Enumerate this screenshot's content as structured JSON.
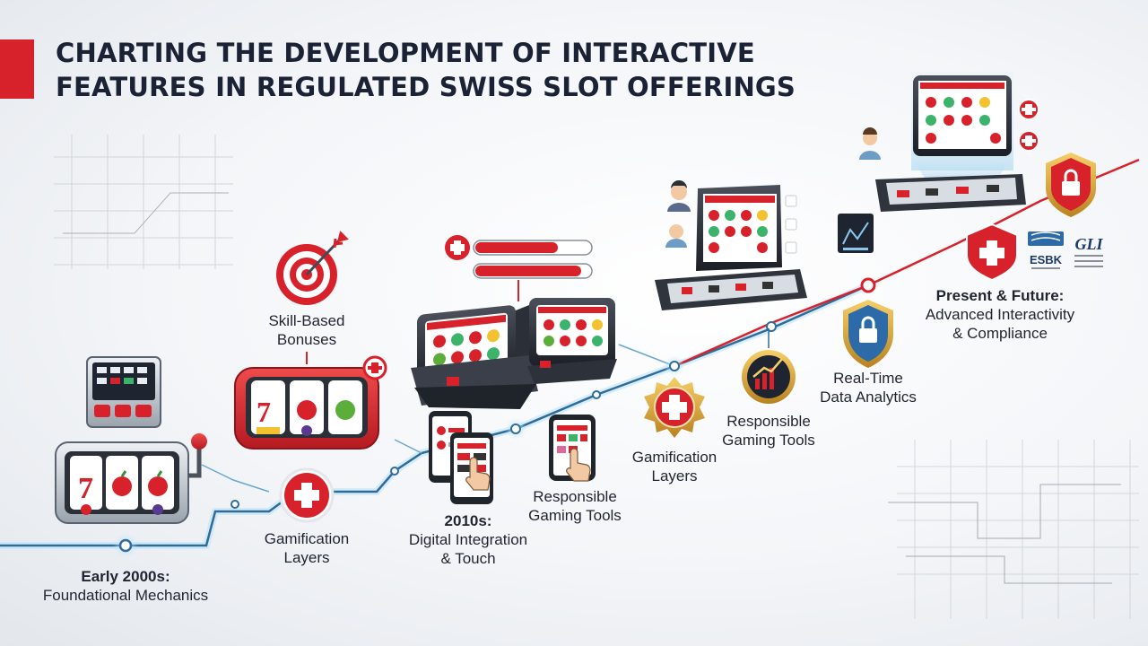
{
  "header": {
    "title_line1": "CHARTING THE DEVELOPMENT OF INTERACTIVE",
    "title_line2": "FEATURES IN REGULATED SWISS SLOT OFFERINGS"
  },
  "milestones": [
    {
      "line1": "Early 2000s:",
      "line2": "Foundational Mechanics"
    },
    {
      "line1": "Gamification",
      "line2": "Layers"
    },
    {
      "line1": "Skill-Based",
      "line2": "Bonuses"
    },
    {
      "line1": "2010s:",
      "line2": "Digital Integration",
      "line3": "& Touch"
    },
    {
      "line1": "Responsible",
      "line2": "Gaming Tools"
    },
    {
      "line1": "Gamification",
      "line2": "Layers"
    },
    {
      "line1": "Responsible",
      "line2": "Gaming Tools"
    },
    {
      "line1": "Real-Time",
      "line2": "Data Analytics"
    },
    {
      "line1": "Present & Future:",
      "line2": "Advanced Interactivity",
      "line3": "& Compliance"
    }
  ],
  "logos": {
    "esbk": "ESBK",
    "gli": "GLI"
  },
  "colors": {
    "brand_red": "#d8222b",
    "navy": "#1b2236",
    "timeline_blue": "#2f6c98",
    "glow_blue": "#8cc8ee",
    "gold": "#d9a233"
  },
  "icons": [
    "target-icon",
    "swiss-cross-icon",
    "shield-lock-icon",
    "user-avatar-icon",
    "analytics-chart-icon",
    "hand-touch-icon",
    "slot-machine-icon",
    "tablet-icon"
  ]
}
